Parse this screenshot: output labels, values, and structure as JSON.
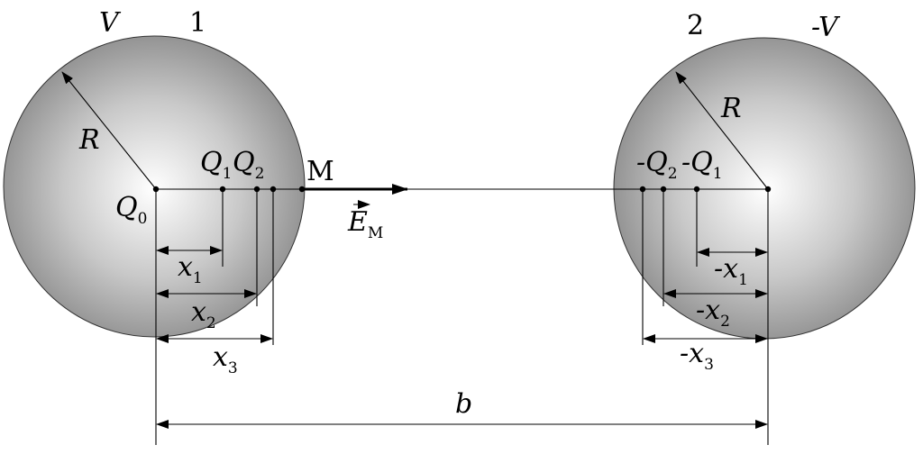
{
  "sphere_left": {
    "number": "1",
    "potential": "V",
    "radius_label": "R",
    "center_charge": {
      "sym": "Q",
      "sub": "0"
    },
    "image_charges": [
      {
        "sym": "Q",
        "sub": "1"
      },
      {
        "sym": "Q",
        "sub": "2"
      }
    ],
    "distances": [
      {
        "sym": "x",
        "sub": "1"
      },
      {
        "sym": "x",
        "sub": "2"
      },
      {
        "sym": "x",
        "sub": "3"
      }
    ]
  },
  "sphere_right": {
    "number": "2",
    "potential": "-V",
    "radius_label": "R",
    "image_charges": [
      {
        "sym": "-Q",
        "sub": "2"
      },
      {
        "sym": "-Q",
        "sub": "1"
      }
    ],
    "distances": [
      {
        "sym": "-x",
        "sub": "1"
      },
      {
        "sym": "-x",
        "sub": "2"
      },
      {
        "sym": "-x",
        "sub": "3"
      }
    ]
  },
  "point_label": "M",
  "field_label": {
    "sym": "E",
    "sub": "М"
  },
  "separation_label": "b",
  "colors": {
    "sphere_highlight": "#ffffff",
    "sphere_mid": "#c8c8c8",
    "sphere_edge": "#8c8c8c",
    "ink": "#000000"
  }
}
